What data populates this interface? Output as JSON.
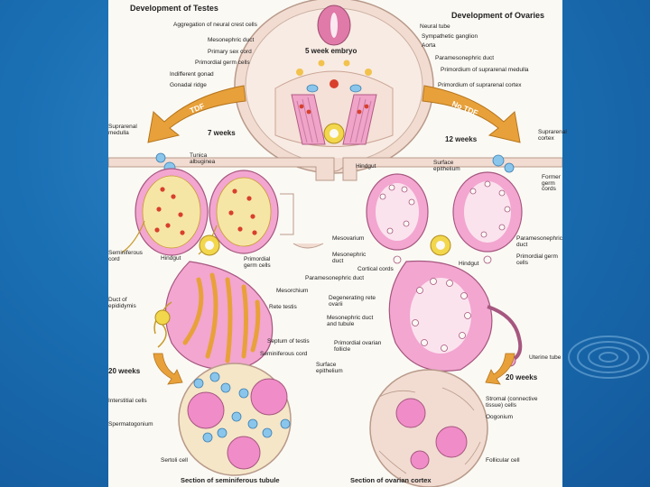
{
  "titles": {
    "testes": "Development of Testes",
    "ovaries": "Development of Ovaries",
    "section_tubule": "Section of seminiferous tubule",
    "section_cortex": "Section of ovarian cortex"
  },
  "ages": {
    "week5": "5 week embryo",
    "week7": "7 weeks",
    "week12": "12 weeks",
    "week20_left": "20 weeks",
    "week20_right": "20 weeks"
  },
  "arrows": {
    "tdf": "TDF",
    "no_tdf": "No TDF"
  },
  "labels": {
    "neural_crest": "Aggregation of neural crest cells",
    "neural_tube": "Neural tube",
    "mesonephric_duct": "Mesonephric duct",
    "sympathetic_ganglion": "Sympathetic ganglion",
    "aorta": "Aorta",
    "primary_sex_cord": "Primary sex cord",
    "paramesonephric_duct": "Paramesonephric duct",
    "primordial_germ_cells": "Primordial germ cells",
    "primordium_medulla": "Primordium of suprarenal medulla",
    "indifferent_gonad": "Indifferent gonad",
    "primordium_cortex": "Primordium of suprarenal cortex",
    "gonadal_ridge": "Gonadal ridge",
    "suprarenal_medulla": "Suprarenal medulla",
    "suprarenal_cortex": "Suprarenal cortex",
    "hindgut_top": "Hindgut",
    "tunica_albuginea": "Tunica albuginea",
    "surface_epithelium_top": "Surface epithelium",
    "former_germ_cords": "Former germ cords",
    "seminiferous_cord": "Seminiferous cord",
    "hindgut_left": "Hindgut",
    "primordial_germ_cells_mid": "Primordial germ cells",
    "mesovarium": "Mesovarium",
    "mesonephric_duct_mid": "Mesonephric duct",
    "paramesonephric_duct_right": "Paramesonephric duct",
    "primordial_germ_cells_right": "Primordial germ cells",
    "cortical_cords": "Cortical cords",
    "hindgut_right": "Hindgut",
    "paramesonephric_duct_bottom": "Paramesonephric duct",
    "mesorchium": "Mesorchium",
    "duct_of_epididymis": "Duct of epididymis",
    "rete_testis": "Rete testis",
    "degenerating_rete_ovarii": "Degenerating rete ovarii",
    "mesonephric_duct_tubule": "Mesonephric duct and tubule",
    "septum_of_testis": "Septum of testis",
    "seminiferous_cord_low": "Seminiferous cord",
    "primordial_ovarian_follicle": "Primordial ovarian follicle",
    "surface_epithelium_low": "Surface epithelium",
    "uterine_tube": "Uterine tube",
    "interstitial_cells": "Interstitial cells",
    "spermatogonium": "Spermatogonium",
    "sertoli_cell": "Sertoli cell",
    "stromal_cells": "Stromal (connective tissue) cells",
    "oogonium": "Oogonium",
    "follicular_cell": "Follicular cell"
  },
  "colors": {
    "background": "#1a6fb3",
    "panel": "#fbf9f4",
    "tissue": "#f2dcd2",
    "pink": "#f08cc8",
    "arrow_orange": "#e8a13a",
    "yellow": "#f2d64c",
    "cell_red": "#d8402c",
    "cell_blue": "#8ac6ec"
  }
}
